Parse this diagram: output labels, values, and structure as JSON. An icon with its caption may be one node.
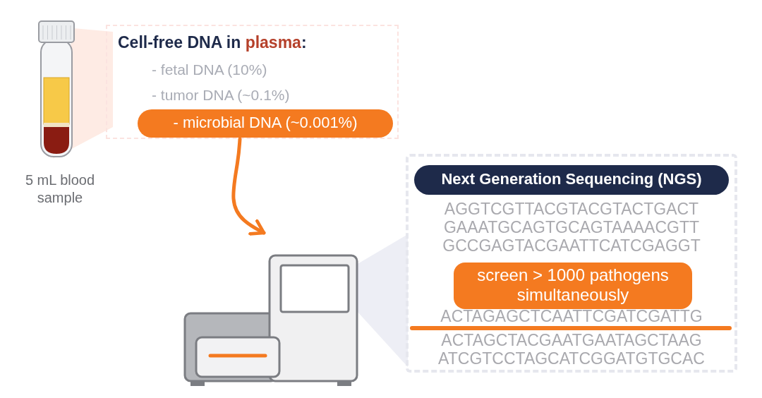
{
  "diagram": {
    "nodes": [
      {
        "text": [],
        "shape": "picture",
        "beside": [
          "5 mL blood sample"
        ]
      },
      {
        "text": [
          "Cell-free DNA in **plasma**:",
          "- fetal DNA (10%)",
          "- tumor DNA (~0.1%)"
        ]
      },
      {
        "text": [
          "- microbial DNA (~0.001%)"
        ],
        "in": 1
      },
      {
        "text": [],
        "shape": "picture"
      },
      {
        "text": [
          "AGGTCGTTACGTACGTACTGACT",
          "GAAATGCAGTGCAGTAAAACGTT",
          "GCCGAGTACGAATTCATCGAGGT",
          "ACTAGAGCTCAATTCGATCGATTG",
          "ACTAGCTACGAATGAATAGCTAAG",
          "ATCGTCCTAGCATCGGATGTGCAC"
        ]
      },
      {
        "text": [
          "Next Generation Sequencing (NGS)"
        ],
        "in": 4
      },
      {
        "text": [
          "screen > 1000 pathogens simultaneously"
        ],
        "in": 4
      }
    ],
    "edges": [
      {
        "from": 1,
        "to": 3,
        "arrow": "to"
      }
    ]
  }
}
